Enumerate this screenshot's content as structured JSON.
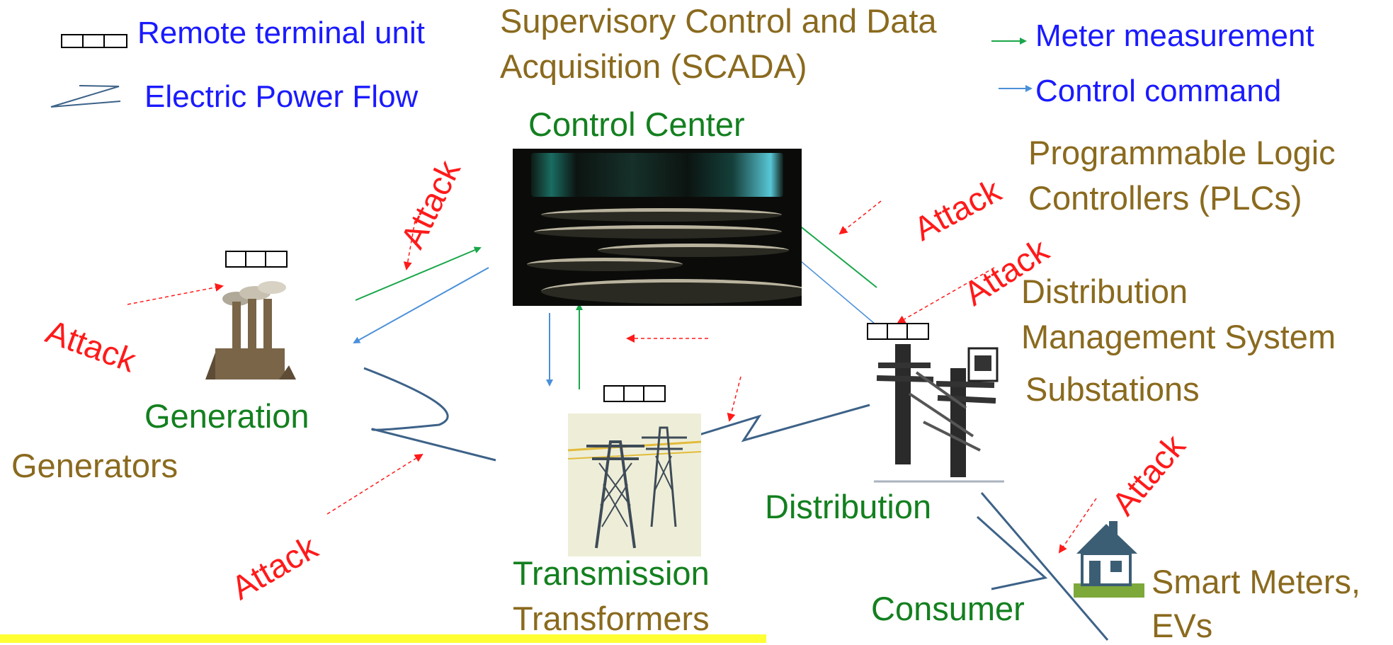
{
  "legend": {
    "rtu_label": "Remote terminal unit",
    "power_flow_label": "Electric Power Flow",
    "meter_label": "Meter measurement",
    "control_label": "Control command"
  },
  "scada_title": "Supervisory Control and Data Acquisition (SCADA)",
  "scada_line1": "Supervisory Control and Data",
  "scada_line2": "Acquisition (SCADA)",
  "nodes": {
    "control_center": "Control Center",
    "generation": "Generation",
    "generators": "Generators",
    "transmission": "Transmission",
    "transformers": "Transformers",
    "distribution": "Distribution",
    "consumer": "Consumer",
    "plc_line1": "Programmable Logic",
    "plc_line2": "Controllers (PLCs)",
    "dms_line1": "Distribution",
    "dms_line2": "Management System",
    "substations": "Substations",
    "smart_meters_line1": "Smart Meters,",
    "smart_meters_line2": "EVs"
  },
  "attack_label": "Attack",
  "colors": {
    "legend_text": "#1a1aff",
    "component_text": "#8a6a1e",
    "node_text": "#13801f",
    "attack": "#ff1a1a",
    "meter_arrow": "#1aa64a",
    "control_arrow": "#4a90d9",
    "power_flow": "#3d6288",
    "highlight_bar": "#ffff33"
  }
}
